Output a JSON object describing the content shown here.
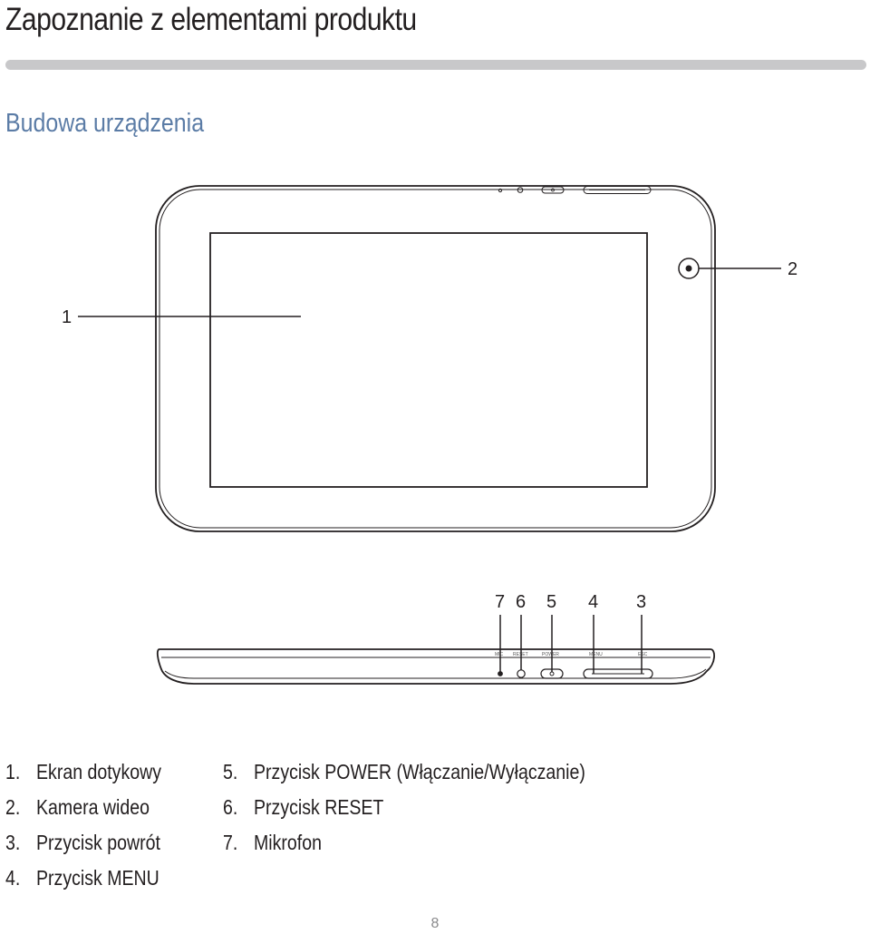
{
  "page": {
    "title": "Zapoznanie z elementami produktu",
    "section_heading": "Budowa urządzenia",
    "page_number": "8"
  },
  "diagram": {
    "front_callouts": {
      "screen": "1",
      "camera": "2"
    },
    "top_callouts": {
      "back": "3",
      "menu": "4",
      "power": "5",
      "reset": "6",
      "mic": "7"
    },
    "port_labels": {
      "mic": "MIC",
      "reset": "RESET",
      "power": "POWER",
      "menu": "MENU",
      "esc": "ESC"
    }
  },
  "legend": {
    "left": [
      {
        "num": "1.",
        "text": "Ekran dotykowy"
      },
      {
        "num": "2.",
        "text": "Kamera wideo"
      },
      {
        "num": "3.",
        "text": "Przycisk powrót"
      },
      {
        "num": "4.",
        "text": "Przycisk MENU"
      }
    ],
    "right": [
      {
        "num": "5.",
        "text": "Przycisk POWER (Włączanie/Wyłączanie)"
      },
      {
        "num": "6.",
        "text": "Przycisk RESET"
      },
      {
        "num": "7.",
        "text": "Mikrofon"
      }
    ]
  },
  "colors": {
    "text": "#231f20",
    "heading_blue": "#5b7ca6",
    "rule_gray": "#c8c8ca",
    "page_number_gray": "#8a8a8c"
  }
}
